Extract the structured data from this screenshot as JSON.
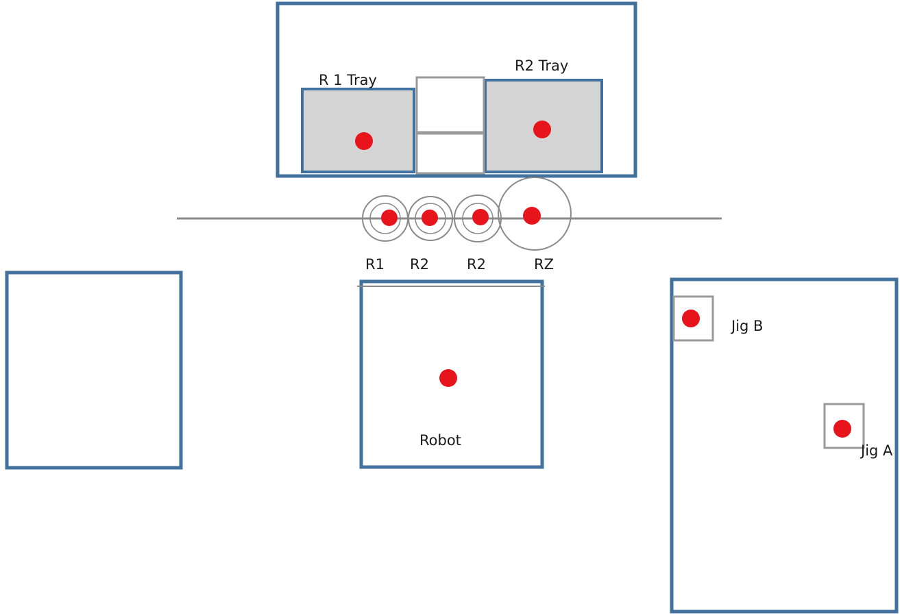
{
  "colors": {
    "frame": "#41719c",
    "tray_fill": "#d4d4d4",
    "marker": "#e8141b",
    "neutral_line": "#8a8a8a"
  },
  "labels": {
    "r1_tray": "R 1 Tray",
    "r2_tray": "R2 Tray",
    "roller_r1": "R1",
    "roller_r2a": "R2",
    "roller_r2b": "R2",
    "roller_rz": "RZ",
    "robot": "Robot",
    "jig_b": "Jig B",
    "jig_a": "Jig A"
  }
}
